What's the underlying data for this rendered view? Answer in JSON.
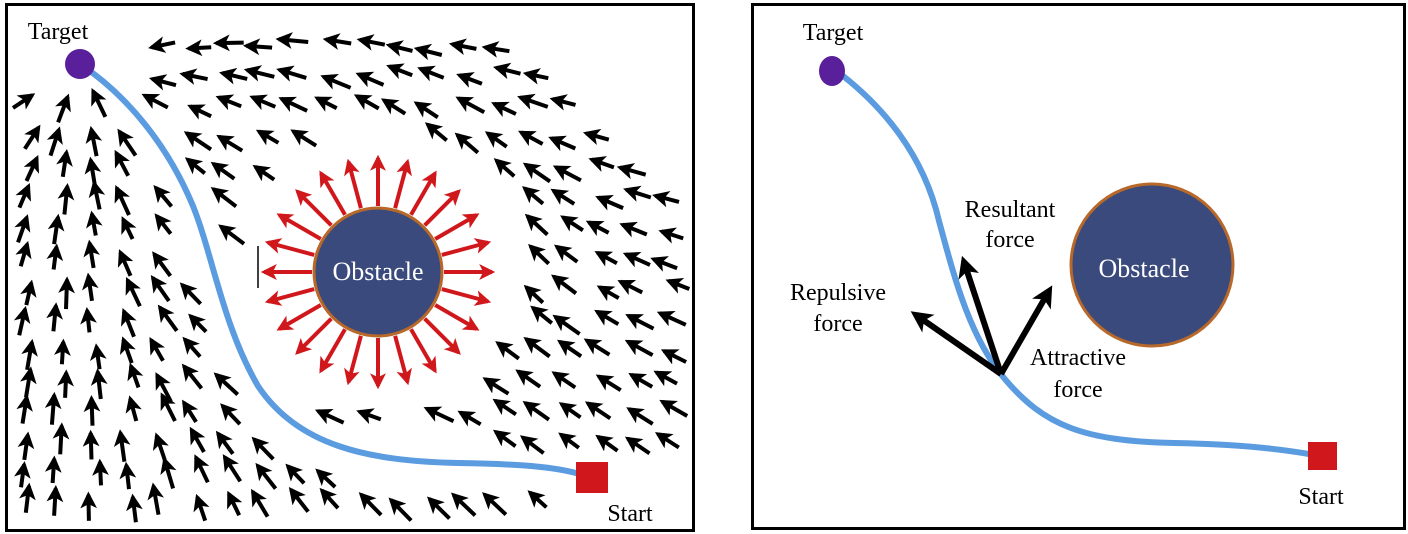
{
  "figure": {
    "panels": [
      {
        "id": "a",
        "title": "Artificial potential field (vector field view)",
        "labels": {
          "target": "Target",
          "start": "Start",
          "obstacle": "Obstacle"
        },
        "legend_semantics": {
          "black_arrows": "attractive field vectors toward target",
          "red_arrows": "repulsive field vectors radiating from obstacle",
          "blue_curve": "planned path from start to target"
        }
      },
      {
        "id": "b",
        "title": "Force composition at a path point",
        "labels": {
          "target": "Target",
          "start": "Start",
          "obstacle": "Obstacle",
          "resultant_line1": "Resultant",
          "resultant_line2": "force",
          "repulsive_line1": "Repulsive",
          "repulsive_line2": "force",
          "attractive_line1": "Attractive",
          "attractive_line2": "force"
        }
      }
    ]
  },
  "colors": {
    "path": "#5b9be0",
    "target": "#5a1f9a",
    "start": "#d0181c",
    "obstacle_fill": "#3a4a7c",
    "obstacle_stroke": "#b8692a",
    "repulsive_arrow": "#d0181c",
    "field_arrow": "#000000"
  }
}
